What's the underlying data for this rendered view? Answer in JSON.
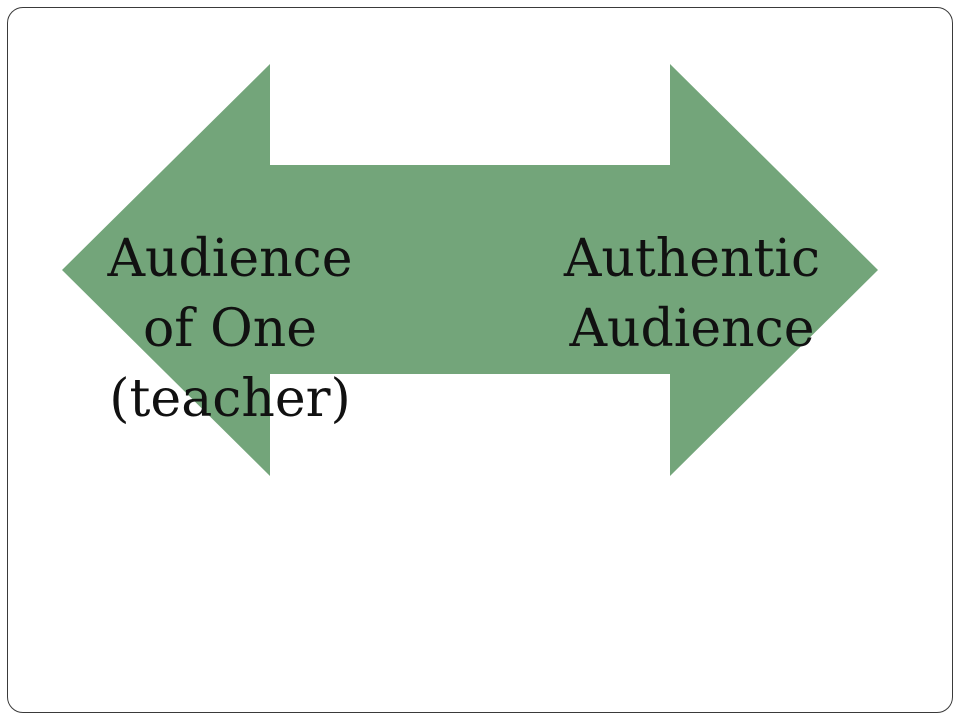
{
  "slide": {
    "left_label": {
      "line1": "Audience",
      "line2": "of One",
      "line3": "(teacher)"
    },
    "right_label": {
      "line1": "Authentic",
      "line2": "Audience"
    },
    "colors": {
      "arrow_fill": "#73a57a",
      "frame_border": "#3a3a3a",
      "text": "#111111",
      "background": "#ffffff"
    }
  }
}
